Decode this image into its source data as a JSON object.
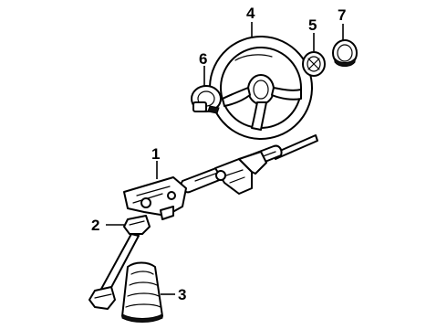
{
  "diagram": {
    "callouts": [
      {
        "id": "1",
        "label": "1"
      },
      {
        "id": "2",
        "label": "2"
      },
      {
        "id": "3",
        "label": "3"
      },
      {
        "id": "4",
        "label": "4"
      },
      {
        "id": "5",
        "label": "5"
      },
      {
        "id": "6",
        "label": "6"
      },
      {
        "id": "7",
        "label": "7"
      }
    ],
    "parts": [
      {
        "callout": "1",
        "icon": "steering-column-icon"
      },
      {
        "callout": "2",
        "icon": "intermediate-shaft-icon"
      },
      {
        "callout": "3",
        "icon": "column-boot-icon"
      },
      {
        "callout": "4",
        "icon": "steering-wheel-icon"
      },
      {
        "callout": "5",
        "icon": "horn-pad-icon"
      },
      {
        "callout": "6",
        "icon": "clock-spring-icon"
      },
      {
        "callout": "7",
        "icon": "emblem-cap-icon"
      }
    ]
  }
}
